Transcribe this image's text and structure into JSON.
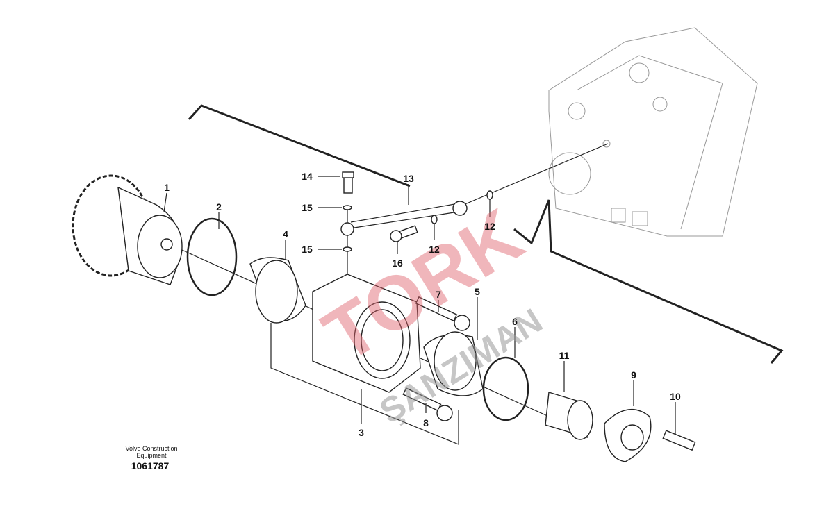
{
  "diagram": {
    "part_labels": [
      "1",
      "2",
      "3",
      "4",
      "5",
      "6",
      "7",
      "8",
      "9",
      "10",
      "11",
      "12",
      "12",
      "13",
      "14",
      "15",
      "15",
      "16"
    ],
    "caption_line1": "Volvo Construction",
    "caption_line2": "Equipment",
    "drawing_number": "1061787",
    "watermark_line1": "TORK",
    "watermark_line2": "ŞANZIMAN"
  }
}
